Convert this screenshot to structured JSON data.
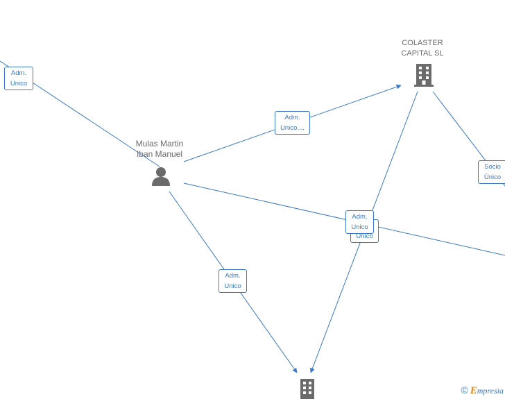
{
  "colors": {
    "edge": "#3a78c9",
    "node": "#6b6b6b",
    "brand_accent": "#e08a1e"
  },
  "nodes": [
    {
      "id": "person",
      "label_lines": [
        "Mulas Martin",
        "Iban Manuel"
      ],
      "icon": "person-icon"
    },
    {
      "id": "colaster",
      "label_lines": [
        "COLASTER",
        "CAPITAL  SL"
      ],
      "icon": "building-icon"
    },
    {
      "id": "bottom",
      "label_lines": [],
      "icon": "building-icon"
    }
  ],
  "edge_labels": [
    {
      "id": "e1",
      "lines": [
        "Adm.",
        "Unico"
      ]
    },
    {
      "id": "e2",
      "lines": [
        "Adm.",
        "Unico,..."
      ]
    },
    {
      "id": "e3",
      "lines": [
        "Socio",
        "Único"
      ]
    },
    {
      "id": "e4b",
      "lines": [
        "",
        "Unico"
      ]
    },
    {
      "id": "e4",
      "lines": [
        "Adm.",
        "Unico"
      ]
    },
    {
      "id": "e5",
      "lines": [
        "Adm.",
        "Unico"
      ]
    }
  ],
  "brand": {
    "copyright": "©",
    "initial": "E",
    "rest": "mpresia"
  }
}
